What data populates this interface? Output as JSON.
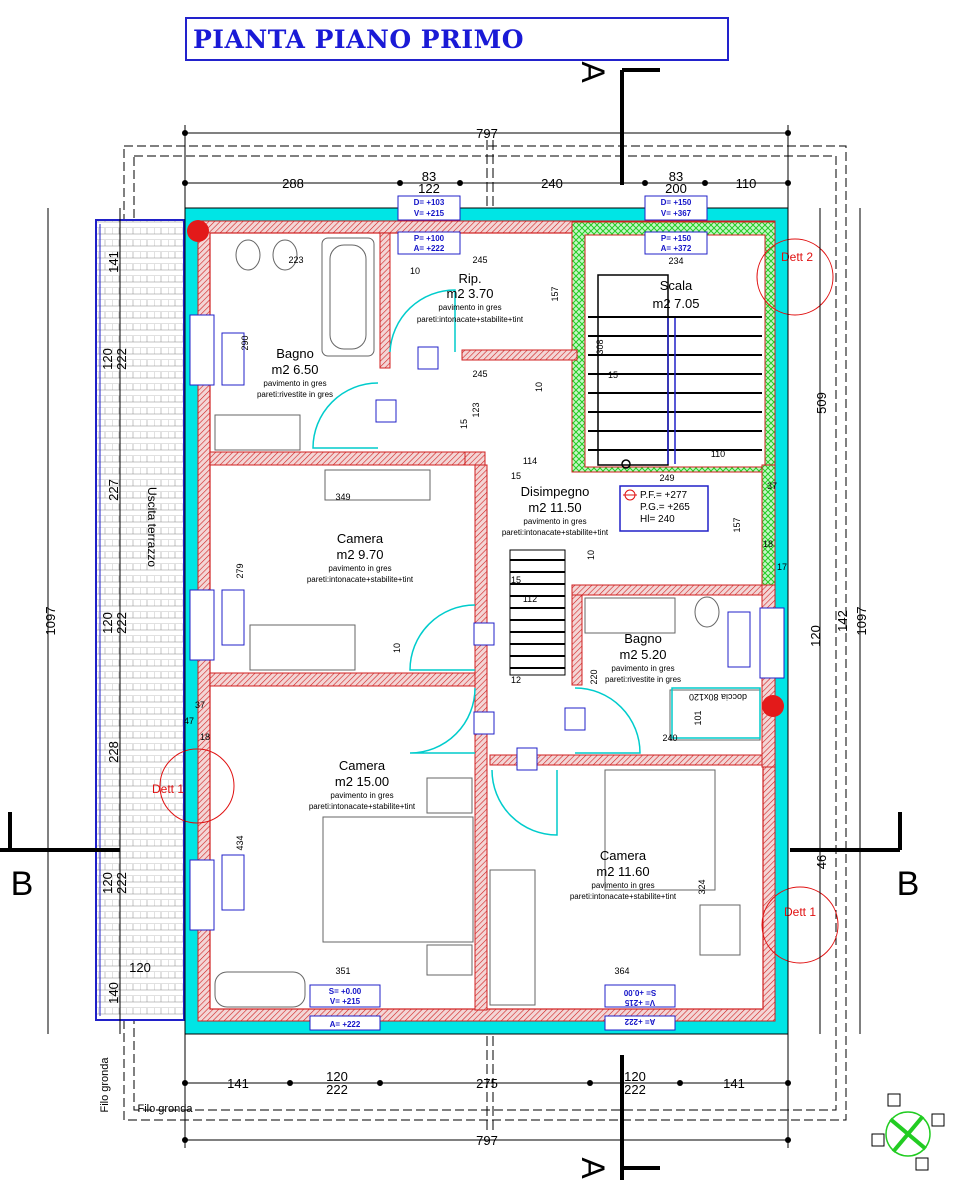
{
  "title": "PIANTA PIANO PRIMO",
  "section_marks": {
    "a_top": "A",
    "a_bottom": "A",
    "b_left": "B",
    "b_right": "B"
  },
  "overall_dims": {
    "top": "797",
    "bottom": "797",
    "left": "1097",
    "right_outer": "1097",
    "right_inner": "142"
  },
  "top_dims": [
    "288",
    "83",
    "122",
    "240",
    "83",
    "200",
    "110"
  ],
  "bottom_dims": [
    "141",
    "120",
    "222",
    "275",
    "120",
    "222",
    "141"
  ],
  "left_dims": [
    "141",
    "120",
    "222",
    "227",
    "120",
    "222",
    "228",
    "120",
    "222",
    "140",
    "120"
  ],
  "right_dims": [
    "509",
    "120",
    "46"
  ],
  "inner_dims": [
    "223",
    "245",
    "234",
    "10",
    "157",
    "290",
    "308",
    "15",
    "245",
    "10",
    "123",
    "15",
    "114",
    "15",
    "249",
    "110",
    "37",
    "349",
    "279",
    "157",
    "18",
    "17",
    "10",
    "10",
    "15",
    "112",
    "12",
    "220",
    "101",
    "240",
    "37",
    "47",
    "18",
    "434",
    "324",
    "351",
    "364"
  ],
  "rooms": [
    {
      "name": "Bagno",
      "area": "m2 6.50",
      "floor": "pavimento in gres",
      "walls": "pareti:rivestite in gres"
    },
    {
      "name": "Rip.",
      "area": "m2 3.70",
      "floor": "pavimento in gres",
      "walls": "pareti:intonacate+stabilite+tint"
    },
    {
      "name": "Scala",
      "area": "m2 7.05",
      "floor": "",
      "walls": ""
    },
    {
      "name": "Disimpegno",
      "area": "m2 11.50",
      "floor": "pavimento in gres",
      "walls": "pareti:intonacate+stabilite+tint"
    },
    {
      "name": "Camera",
      "area": "m2 9.70",
      "floor": "pavimento in gres",
      "walls": "pareti:intonacate+stabilite+tint"
    },
    {
      "name": "Bagno",
      "area": "m2 5.20",
      "floor": "pavimento in gres",
      "walls": "pareti:rivestite in gres"
    },
    {
      "name": "Camera",
      "area": "m2 15.00",
      "floor": "pavimento in gres",
      "walls": "pareti:intonacate+stabilite+tint"
    },
    {
      "name": "Camera",
      "area": "m2 11.60",
      "floor": "pavimento in gres",
      "walls": "pareti:intonacate+stabilite+tint"
    }
  ],
  "level_box": {
    "pf": "P.F.= +277",
    "pg": "P.G.= +265",
    "hl": "Hl= 240"
  },
  "details": [
    "Dett 2",
    "Dett 1",
    "Dett 1"
  ],
  "terrace_label": "Uscita terrazzo",
  "gutter_labels": [
    "Filo gronda",
    "Filo gronda"
  ],
  "window_tags": [
    {
      "l1": "D= +103",
      "l2": "V= +215",
      "l3": "P= +100",
      "l4": "A= +222"
    },
    {
      "l1": "D= +150",
      "l2": "V= +367",
      "l3": "P= +150",
      "l4": "A= +372"
    },
    {
      "l1": "S= +0.00",
      "l2": "V= +215",
      "l3": "A= +222"
    },
    {
      "l1": "S= +0.00",
      "l2": "V= +215",
      "l3": "A= +222"
    }
  ],
  "shower_label": "doccia 80x120",
  "colors": {
    "wall_fill": "#00e5e5",
    "wall_hatch": "#d02020",
    "stair_hatch": "#22cc22",
    "title": "#1a1ad6",
    "dim_line": "#000000",
    "detail_circle": "#e01010"
  }
}
